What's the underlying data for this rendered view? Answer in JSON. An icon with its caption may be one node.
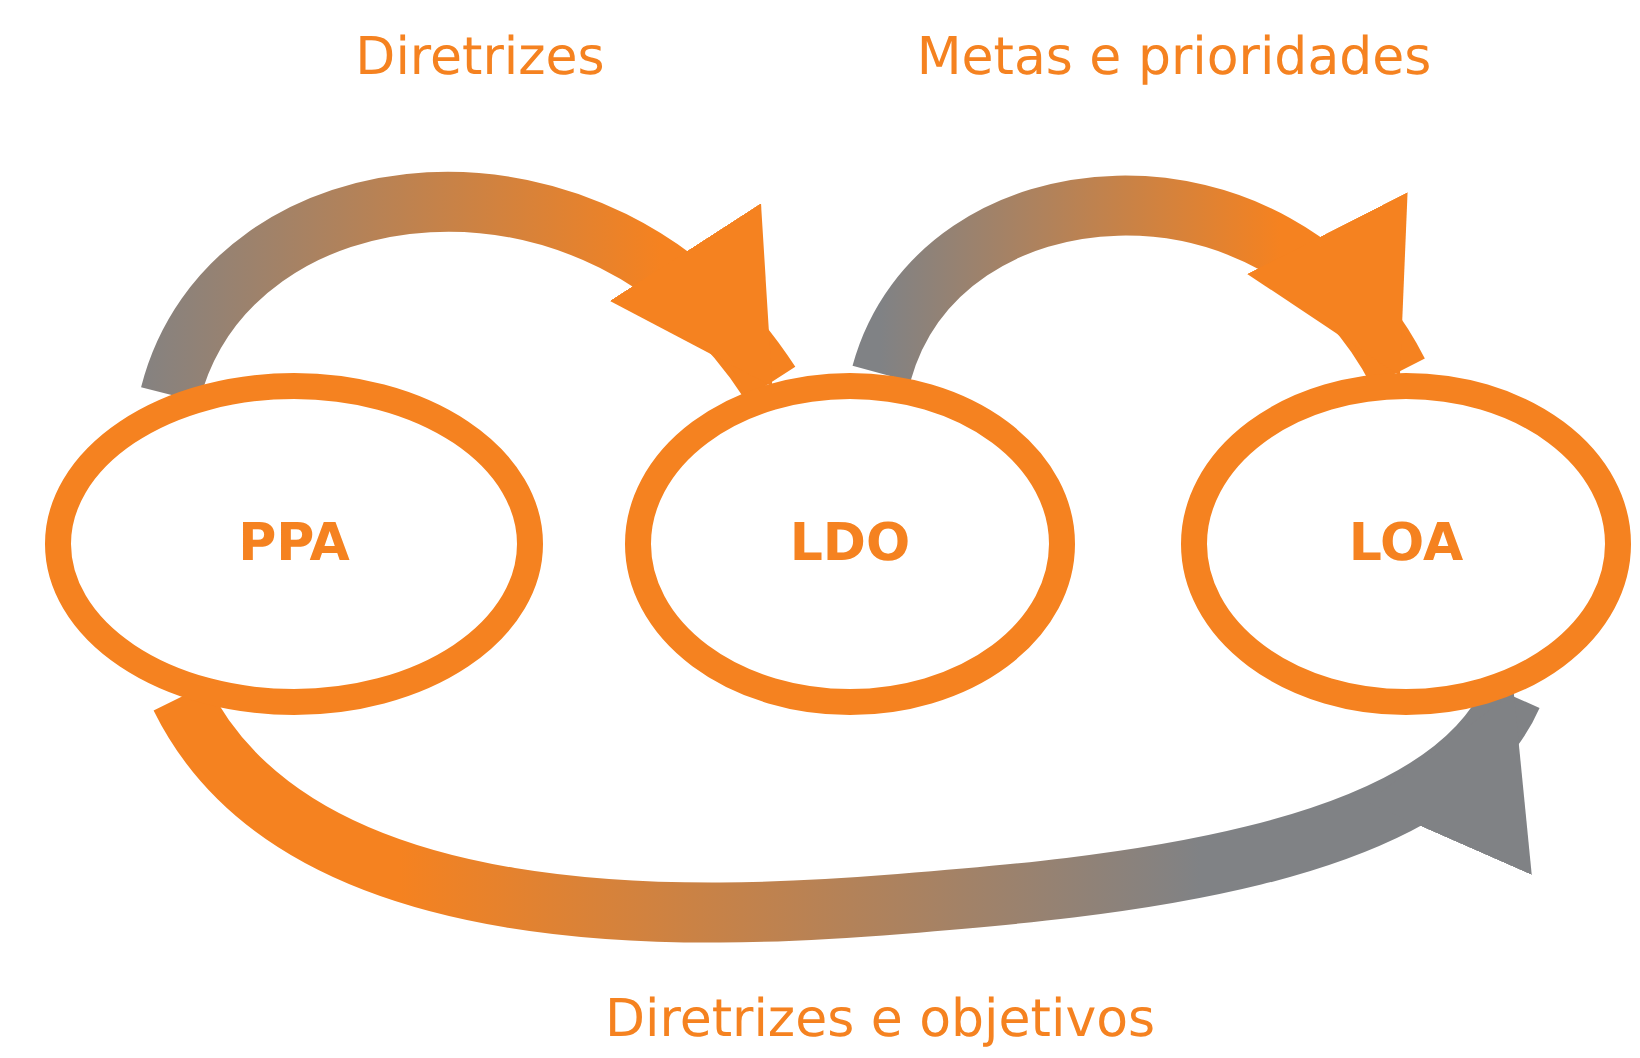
{
  "diagram": {
    "nodes": [
      {
        "text": [
          "PPA"
        ]
      },
      {
        "text": [
          "LDO"
        ]
      },
      {
        "text": [
          "LOA"
        ]
      }
    ],
    "edges": [
      {
        "from": 0,
        "to": 1,
        "arrow": "to",
        "label": "Diretrizes"
      },
      {
        "from": 1,
        "to": 2,
        "arrow": "to",
        "label": "Metas e prioridades"
      },
      {
        "from": 0,
        "to": 2,
        "arrow": "to",
        "label": "Diretrizes e objetivos"
      }
    ]
  }
}
